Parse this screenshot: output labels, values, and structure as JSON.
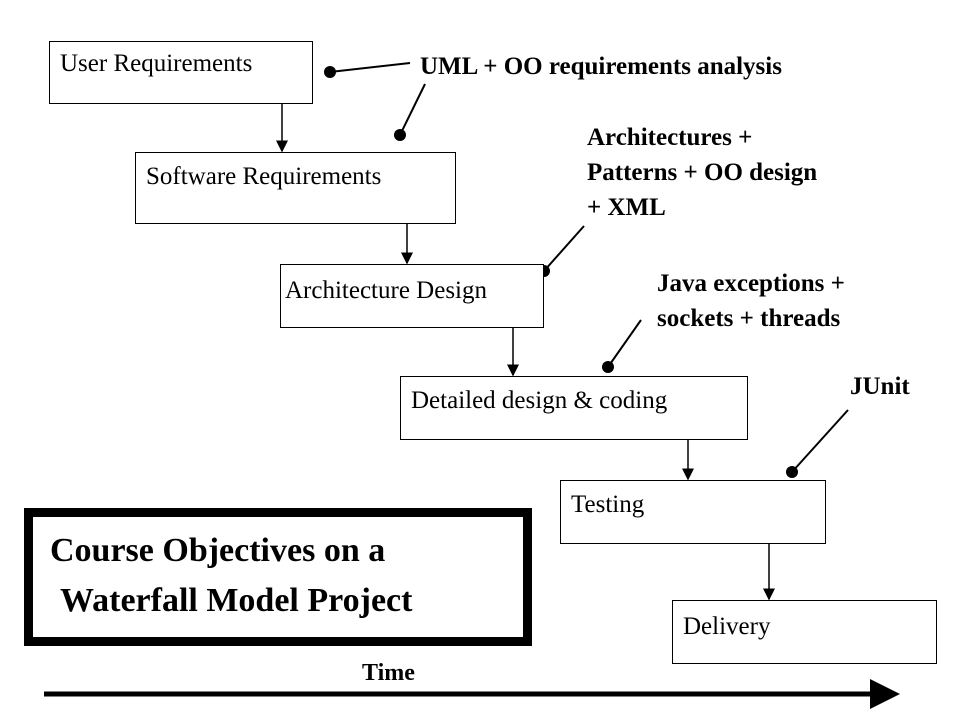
{
  "phases": {
    "user_requirements": "User Requirements",
    "software_requirements": "Software Requirements",
    "architecture_design": "Architecture Design",
    "detailed_design": "Detailed design & coding",
    "testing": "Testing",
    "delivery": "Delivery"
  },
  "notes": {
    "uml": "UML + OO requirements analysis",
    "architectures": [
      "Architectures +",
      "Patterns + OO design",
      "+ XML"
    ],
    "java": [
      "Java exceptions +",
      "sockets + threads"
    ],
    "junit": "JUnit"
  },
  "title": {
    "line1": "Course Objectives on a",
    "line2": "Waterfall Model Project"
  },
  "timeline": {
    "label": "Time"
  }
}
